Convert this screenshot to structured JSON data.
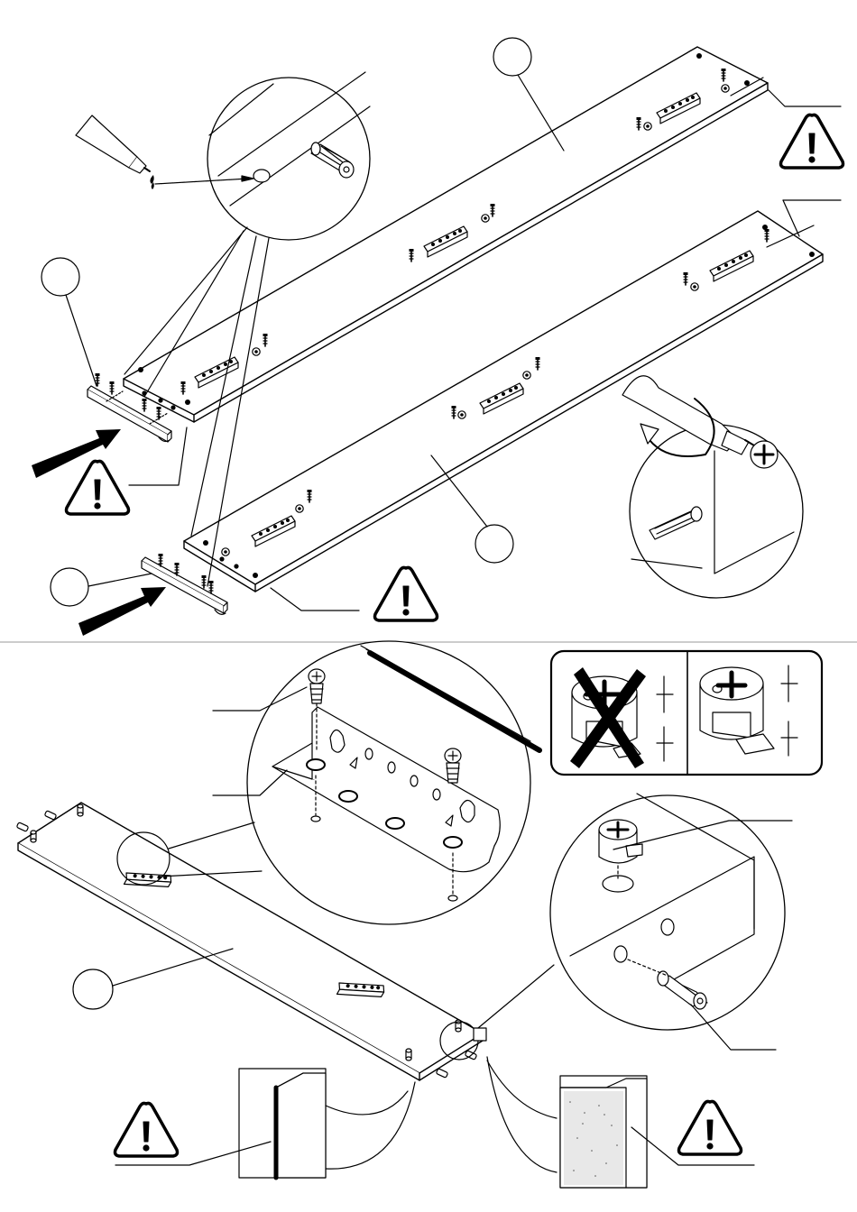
{
  "page": {
    "kind": "assembly-instruction-sheet",
    "background": "#ffffff",
    "ink": "#000000",
    "part_markers": [
      "part-callout-top-panel",
      "part-callout-rail-1",
      "part-callout-lower-panel",
      "part-callout-rail-2",
      "part-callout-bottom-panel"
    ],
    "panels": [
      "step-upper",
      "step-lower"
    ]
  },
  "warnings": {
    "icon": "warning-triangle-icon",
    "count": 5
  },
  "icons": {
    "glue": "glue-tube-icon",
    "dowel": "wooden-dowel-icon",
    "screwdriver": "phillips-screwdriver-icon",
    "cam_lock": "cam-lock-icon",
    "bracket": "metal-angle-bracket-icon",
    "screw": "screw-icon",
    "arrow": "insert-direction-arrow-icon",
    "wrong": "wrong-cross-icon"
  }
}
